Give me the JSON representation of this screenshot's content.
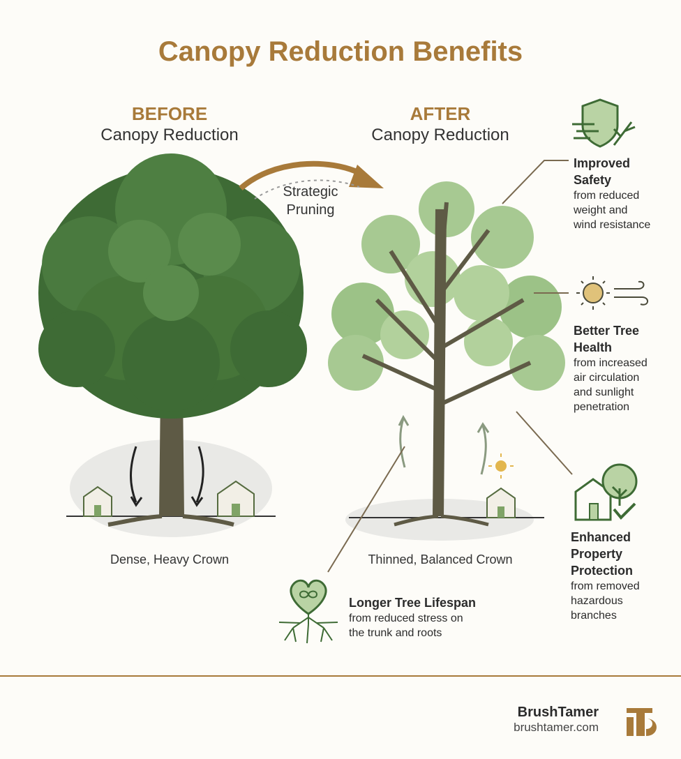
{
  "title": "Canopy Reduction Benefits",
  "before": {
    "label": "BEFORE",
    "sublabel": "Canopy Reduction",
    "caption": "Dense, Heavy Crown"
  },
  "after": {
    "label": "AFTER",
    "sublabel": "Canopy Reduction",
    "caption": "Thinned, Balanced Crown"
  },
  "pruning": {
    "line1": "Strategic",
    "line2": "Pruning"
  },
  "benefits": [
    {
      "title_l1": "Improved",
      "title_l2": "Safety",
      "desc": [
        "from reduced",
        "weight and",
        "wind resistance"
      ],
      "icon": "shield-wind-icon"
    },
    {
      "title_l1": "Better Tree",
      "title_l2": "Health",
      "desc": [
        "from increased",
        "air circulation",
        "and sunlight",
        "penetration"
      ],
      "icon": "sun-wind-icon"
    },
    {
      "title_l1": "Enhanced",
      "title_l2": "Property",
      "title_l3": "Protection",
      "desc": [
        "from removed",
        "hazardous",
        "branches"
      ],
      "icon": "house-tree-check-icon"
    },
    {
      "title_l1": "Longer Tree Lifespan",
      "desc": [
        "from reduced stress on",
        "the trunk and roots"
      ],
      "icon": "heart-roots-icon"
    }
  ],
  "brand": {
    "name": "BrushTamer",
    "url": "brushtamer.com",
    "logo_icon": "brushtamer-logo-icon"
  },
  "colors": {
    "accent": "#a87a3a",
    "dark_green": "#3e6b35",
    "light_green": "#8fb87a",
    "trunk": "#5e5a45"
  }
}
